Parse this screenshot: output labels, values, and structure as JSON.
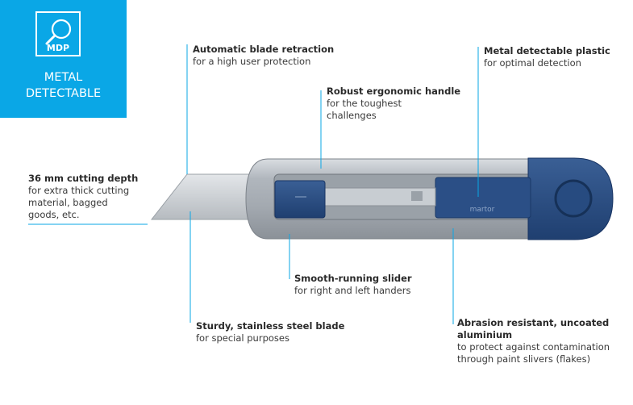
{
  "badge": {
    "code": "MDP",
    "title_line1": "METAL",
    "title_line2": "DETECTABLE"
  },
  "callouts": {
    "retraction": {
      "title": "Automatic blade retraction",
      "desc": "for a high user protection"
    },
    "handle": {
      "title": "Robust ergonomic handle",
      "desc": "for the toughest\nchallenges"
    },
    "plastic": {
      "title": "Metal detectable plastic",
      "desc": "for optimal detection"
    },
    "depth": {
      "title": "36 mm cutting depth",
      "desc": "for extra thick cutting\nmaterial, bagged\ngoods, etc."
    },
    "slider": {
      "title": "Smooth-running slider",
      "desc": "for right and left handers"
    },
    "blade": {
      "title": "Sturdy, stainless steel blade",
      "desc": "for special purposes"
    },
    "aluminium": {
      "title": "Abrasion resistant, uncoated\naluminium",
      "desc": "to protect against contamination\nthrough paint slivers (flakes)"
    }
  },
  "knife_brand": "martor",
  "colors": {
    "badge": "#0aa7e6",
    "leader": "#0aa7e6",
    "slider": "#2b4f86",
    "handle": "#b5bbc2"
  }
}
